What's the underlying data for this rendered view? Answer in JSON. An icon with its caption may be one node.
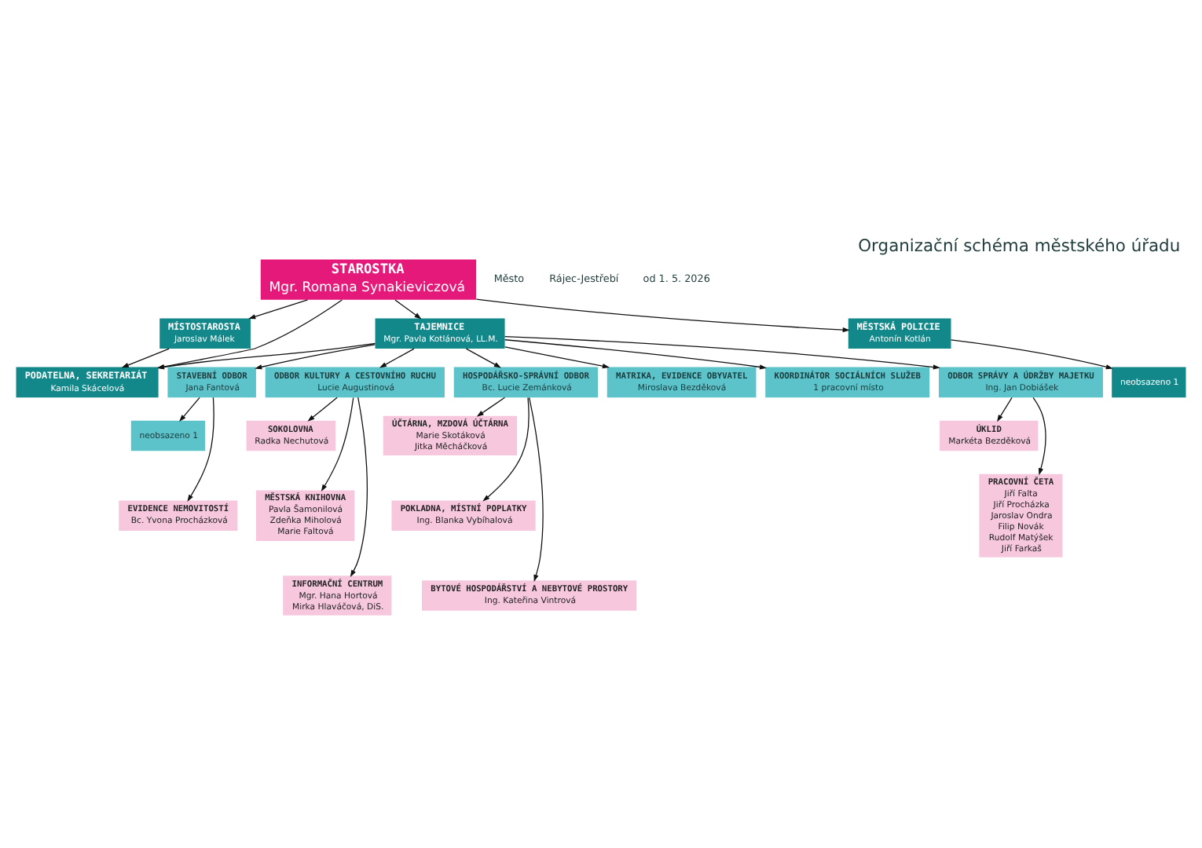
{
  "diagram": {
    "title": "Organizační schéma městského úřadu",
    "nodes": [
      {
        "text": [
          "STAROSTKA",
          "Mgr. Romana Synakieviczová"
        ]
      },
      {
        "text": [
          "TAJEMNICE",
          "Mgr. Pavla Kotlánová, LL.M."
        ]
      },
      {
        "text": [
          "MÍSTOSTAROSTA",
          "Jaroslav Málek"
        ]
      },
      {
        "text": [
          "MĚSTSKÁ POLICIE",
          "Antonín Kotlán"
        ]
      },
      {
        "text": [
          "PODATELNA, SEKRETARIÁT",
          "Kamila Skácelová"
        ]
      },
      {
        "text": [
          "neobsazeno 1"
        ]
      },
      {
        "text": [
          "STAVEBNÍ ODBOR",
          "Jana Fantová"
        ]
      },
      {
        "text": [
          "neobsazeno 1"
        ]
      },
      {
        "text": [
          "EVIDENCE NEMOVITOSTÍ",
          "Bc. Yvona Procházková"
        ]
      },
      {
        "text": [
          "ODBOR KULTURY A CESTOVNÍHO RUCHU",
          "Lucie Augustinová"
        ]
      },
      {
        "text": [
          "SOKOLOVNA",
          "Radka Nechutová"
        ]
      },
      {
        "text": [
          "MĚSTSKÁ KNIHOVNA",
          "Pavla Šamonilová",
          "Zdeňka Miholová",
          "Marie Faltová"
        ]
      },
      {
        "text": [
          "INFORMAČNÍ CENTRUM",
          "Mgr. Hana Hortová",
          "Mirka Hlaváčová, DiS."
        ]
      },
      {
        "text": [
          "HOSPODÁŘSKO-SPRÁVNÍ ODBOR",
          "Bc. Lucie Zemánková"
        ]
      },
      {
        "text": [
          "ÚČTÁRNA, MZDOVÁ ÚČTÁRNA",
          "Marie Skotáková",
          "Jitka Měcháčková"
        ]
      },
      {
        "text": [
          "POKLADNA, MÍSTNÍ POPLATKY",
          "Ing. Blanka Vybíhalová"
        ]
      },
      {
        "text": [
          "BYTOVÉ HOSPODÁŘSTVÍ A NEBYTOVÉ PROSTORY",
          "Ing. Kateřina Vintrová"
        ]
      },
      {
        "text": [
          "MATRIKA, EVIDENCE OBYVATEL",
          "Miroslava Bezděková"
        ]
      },
      {
        "text": [
          "KOORDINÁTOR SOCIÁLNÍCH SLUŽEB",
          "1 pracovní místo"
        ]
      },
      {
        "text": [
          "ODBOR SPRÁVY A ÚDRŽBY MAJETKU",
          "Ing. Jan Dobiášek"
        ]
      },
      {
        "text": [
          "ÚKLID",
          "Markéta Bezděková"
        ]
      },
      {
        "text": [
          "PRACOVNÍ ČETA",
          "Jiří Falta",
          "Jiří Procházka",
          "Jaroslav Ondra",
          "Filip Novák",
          "Rudolf Matýšek",
          "Jiří Farkaš"
        ]
      }
    ],
    "edges": [
      {
        "from": 0,
        "to": 1,
        "arrow": "to"
      },
      {
        "from": 0,
        "to": 2,
        "arrow": "to"
      },
      {
        "from": 0,
        "to": 3,
        "arrow": "to"
      },
      {
        "from": 0,
        "to": 4,
        "arrow": "to"
      },
      {
        "from": 3,
        "to": 5,
        "arrow": "to"
      },
      {
        "from": 1,
        "to": 4,
        "arrow": "to"
      },
      {
        "from": 2,
        "to": 4,
        "arrow": "to"
      },
      {
        "from": 1,
        "to": 6,
        "arrow": "to"
      },
      {
        "from": 1,
        "to": 9,
        "arrow": "to"
      },
      {
        "from": 1,
        "to": 13,
        "arrow": "to"
      },
      {
        "from": 1,
        "to": 17,
        "arrow": "to"
      },
      {
        "from": 1,
        "to": 19,
        "arrow": "to"
      },
      {
        "from": 1,
        "to": 18,
        "arrow": "to"
      },
      {
        "from": 6,
        "to": 7,
        "arrow": "to"
      },
      {
        "from": 6,
        "to": 8,
        "arrow": "to"
      },
      {
        "from": 9,
        "to": 10,
        "arrow": "to"
      },
      {
        "from": 9,
        "to": 11,
        "arrow": "to"
      },
      {
        "from": 9,
        "to": 12,
        "arrow": "to"
      },
      {
        "from": 13,
        "to": 14,
        "arrow": "to"
      },
      {
        "from": 13,
        "to": 15,
        "arrow": "to"
      },
      {
        "from": 13,
        "to": 16,
        "arrow": "to"
      },
      {
        "from": 19,
        "to": 20,
        "arrow": "to"
      },
      {
        "from": 19,
        "to": 21,
        "arrow": "to"
      }
    ],
    "labels": [
      "Město",
      "Rájec-Jestřebí",
      "od 1. 5. 2026"
    ]
  }
}
